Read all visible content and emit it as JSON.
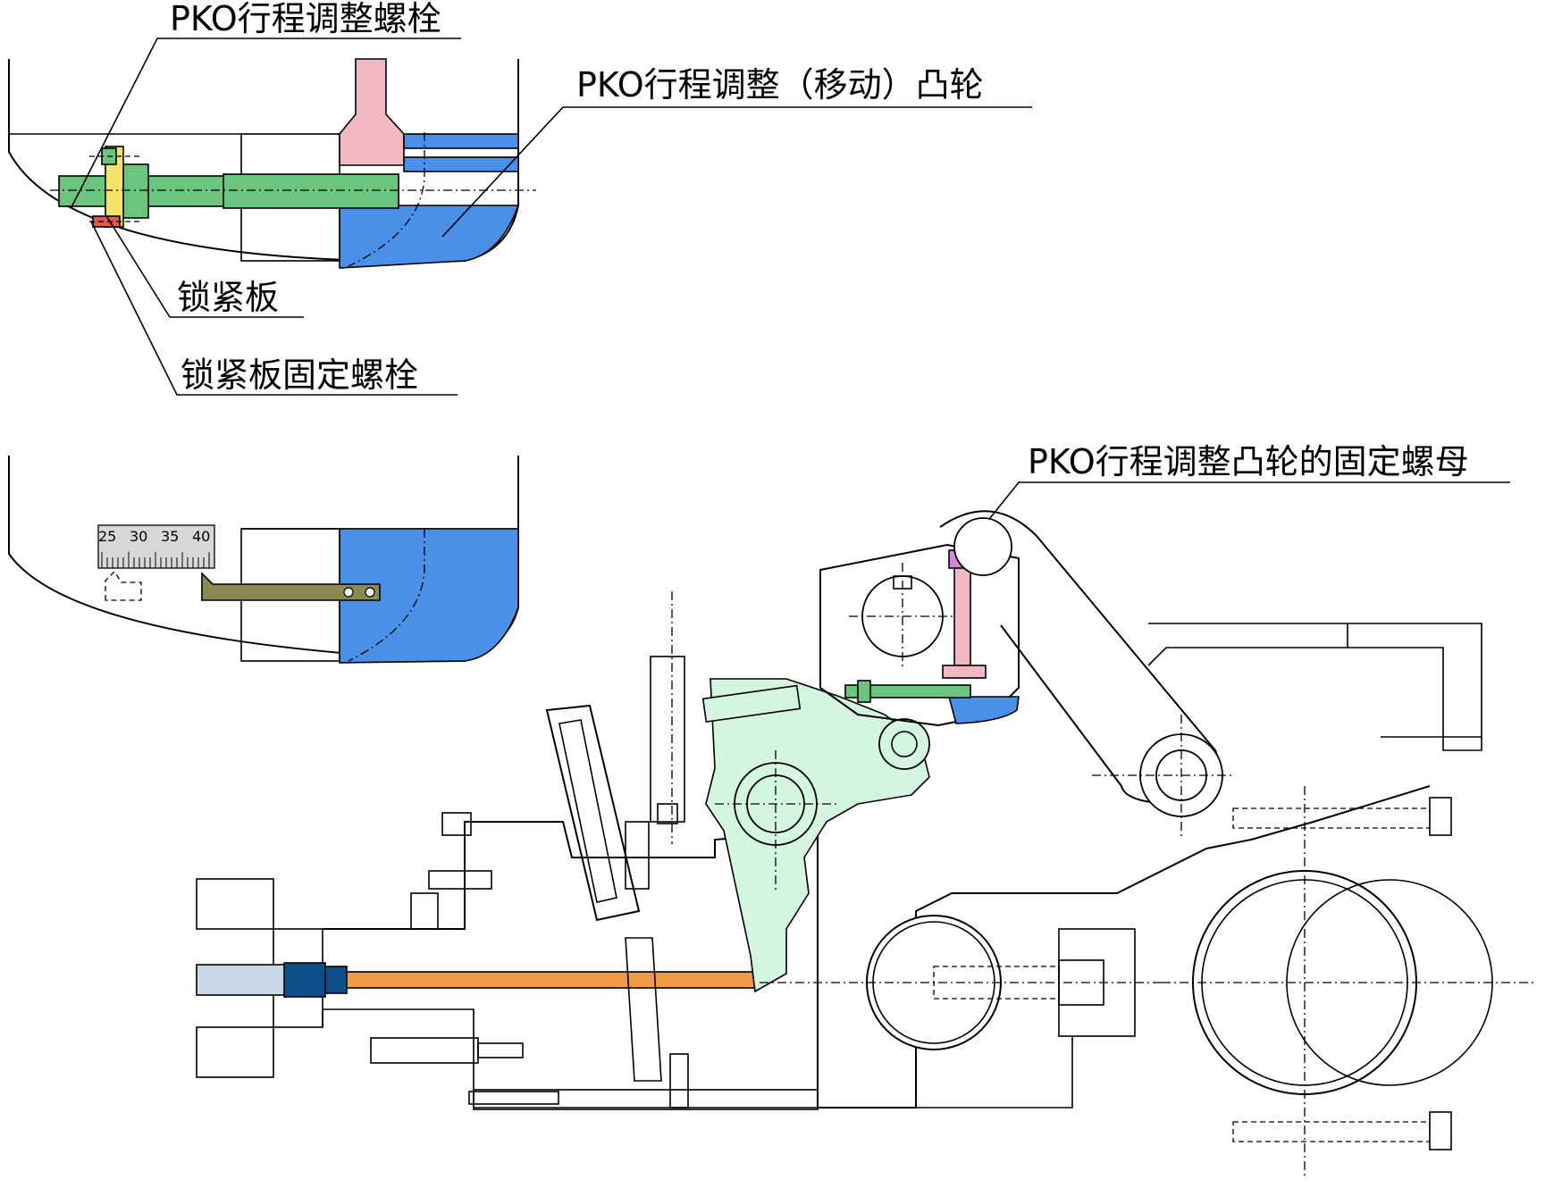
{
  "labels": {
    "adjust_bolt": "PKO行程调整螺栓",
    "adjust_cam": "PKO行程调整（移动）凸轮",
    "lock_plate": "锁紧板",
    "lock_plate_bolt": "锁紧板固定螺栓",
    "cam_nut": "PKO行程调整凸轮的固定螺母"
  },
  "scale": {
    "ticks": [
      "25",
      "30",
      "35",
      "40"
    ]
  },
  "colors": {
    "cam_blue": "#4a90e8",
    "bolt_green": "#6cc57e",
    "pink": "#f2b8bf",
    "mint": "#d4f5e0",
    "orange": "#f39a46",
    "navy": "#0d4f8b",
    "lightblue": "#c9d9e8",
    "olive": "#8a8a52"
  }
}
